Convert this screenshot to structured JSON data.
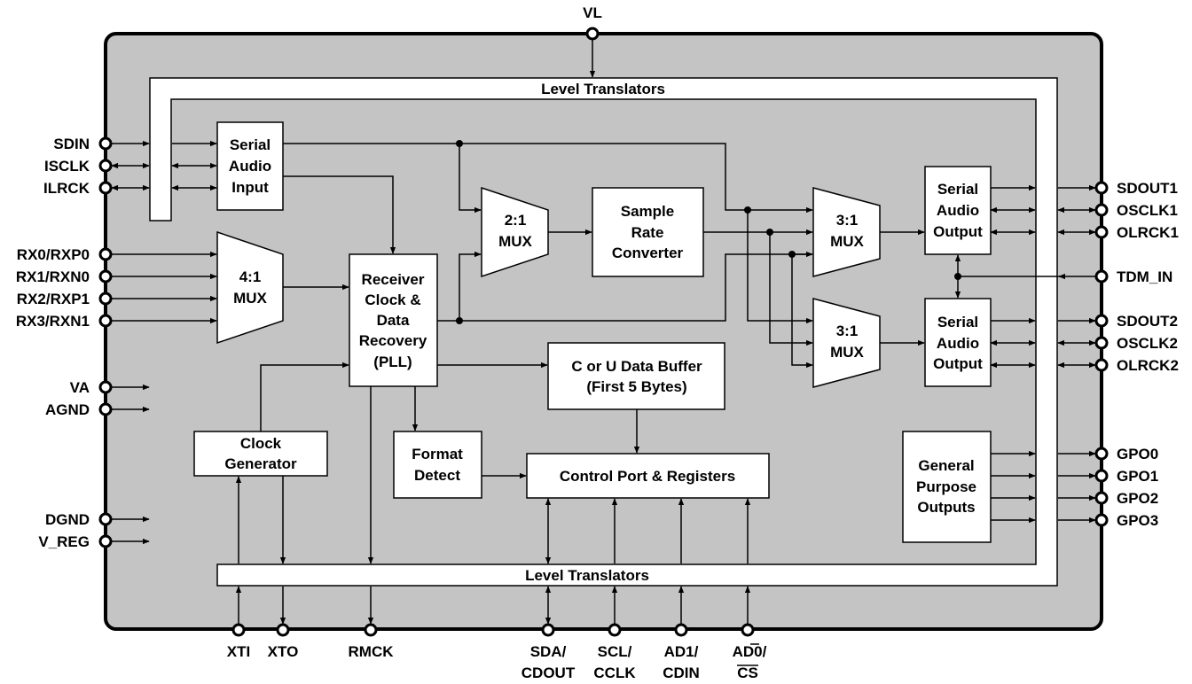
{
  "level_translators": {
    "top": "Level Translators",
    "bottom": "Level Translators"
  },
  "blocks": {
    "serial_audio_input": [
      "Serial",
      "Audio",
      "Input"
    ],
    "mux_4to1": [
      "4:1",
      "MUX"
    ],
    "receiver": [
      "Receiver",
      "Clock &",
      "Data",
      "Recovery",
      "(PLL)"
    ],
    "mux_2to1": [
      "2:1",
      "MUX"
    ],
    "src": [
      "Sample",
      "Rate",
      "Converter"
    ],
    "mux_3to1_top": [
      "3:1",
      "MUX"
    ],
    "mux_3to1_bottom": [
      "3:1",
      "MUX"
    ],
    "sao_top": [
      "Serial",
      "Audio",
      "Output"
    ],
    "sao_bottom": [
      "Serial",
      "Audio",
      "Output"
    ],
    "cu_buffer": [
      "C or U Data Buffer",
      "(First 5 Bytes)"
    ],
    "clock_gen": [
      "Clock",
      "Generator"
    ],
    "format_detect": [
      "Format",
      "Detect"
    ],
    "control_port": [
      "Control Port & Registers"
    ],
    "gpo_block": [
      "General",
      "Purpose",
      "Outputs"
    ]
  },
  "pins": {
    "top": [
      "VL"
    ],
    "left": [
      "SDIN",
      "ISCLK",
      "ILRCK",
      "RX0/RXP0",
      "RX1/RXN0",
      "RX2/RXP1",
      "RX3/RXN1",
      "VA",
      "AGND",
      "DGND",
      "V_REG"
    ],
    "right": [
      "SDOUT1",
      "OSCLK1",
      "OLRCK1",
      "TDM_IN",
      "SDOUT2",
      "OSCLK2",
      "OLRCK2",
      "GPO0",
      "GPO1",
      "GPO2",
      "GPO3"
    ],
    "bottom": [
      [
        "XTI"
      ],
      [
        "XTO"
      ],
      [
        "RMCK"
      ],
      [
        "SDA/",
        "CDOUT"
      ],
      [
        "SCL/",
        "CCLK"
      ],
      [
        "AD1/",
        "CDIN"
      ],
      [
        "AD0/",
        "CS"
      ]
    ]
  },
  "colors": {
    "chip_fill": "#c4c4c4",
    "block_fill": "#ffffff",
    "line": "#000000"
  }
}
